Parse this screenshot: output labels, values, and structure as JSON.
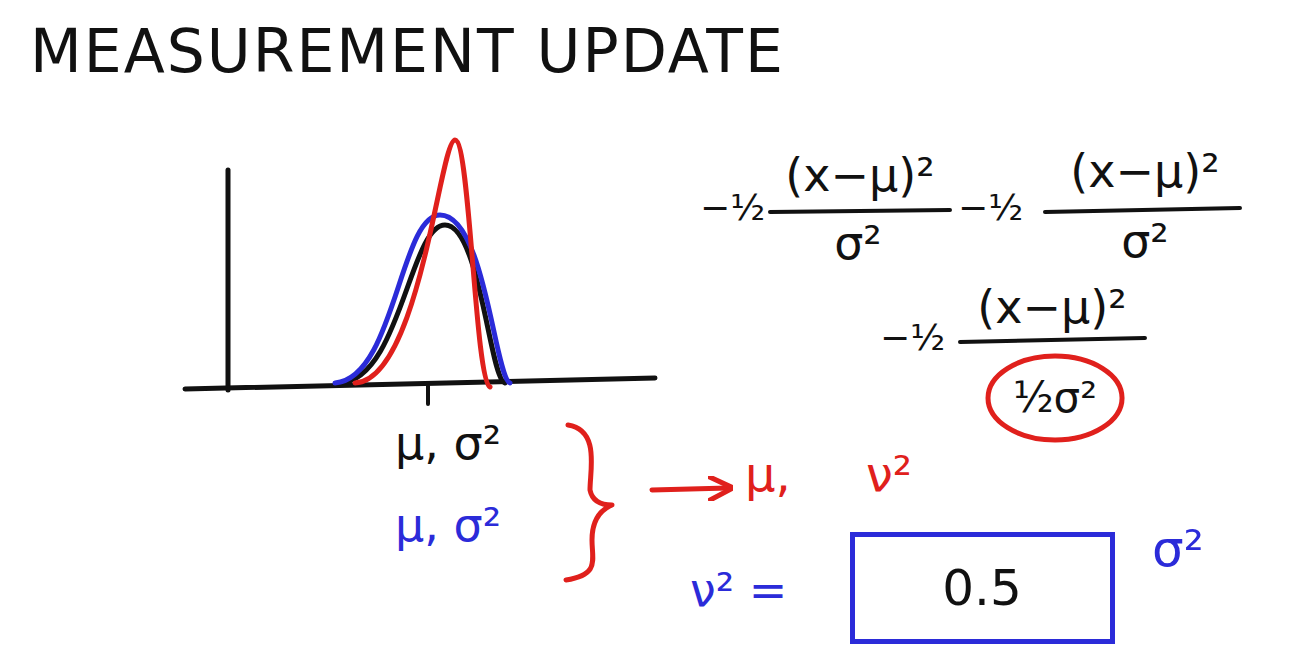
{
  "diagram": {
    "title": "MEASUREMENT UPDATE",
    "nodes": [
      {
        "text": [
          "½σ²"
        ]
      },
      {
        "text": [
          "0.5"
        ]
      }
    ],
    "labels": [
      "−½",
      "(x−μ)²",
      "σ²",
      "−½",
      "(x−μ)²",
      "σ²",
      "−½",
      "(x−μ)²",
      "μ, σ²",
      "μ, σ²",
      "μ, ν²",
      "ν² =",
      "σ²"
    ]
  }
}
